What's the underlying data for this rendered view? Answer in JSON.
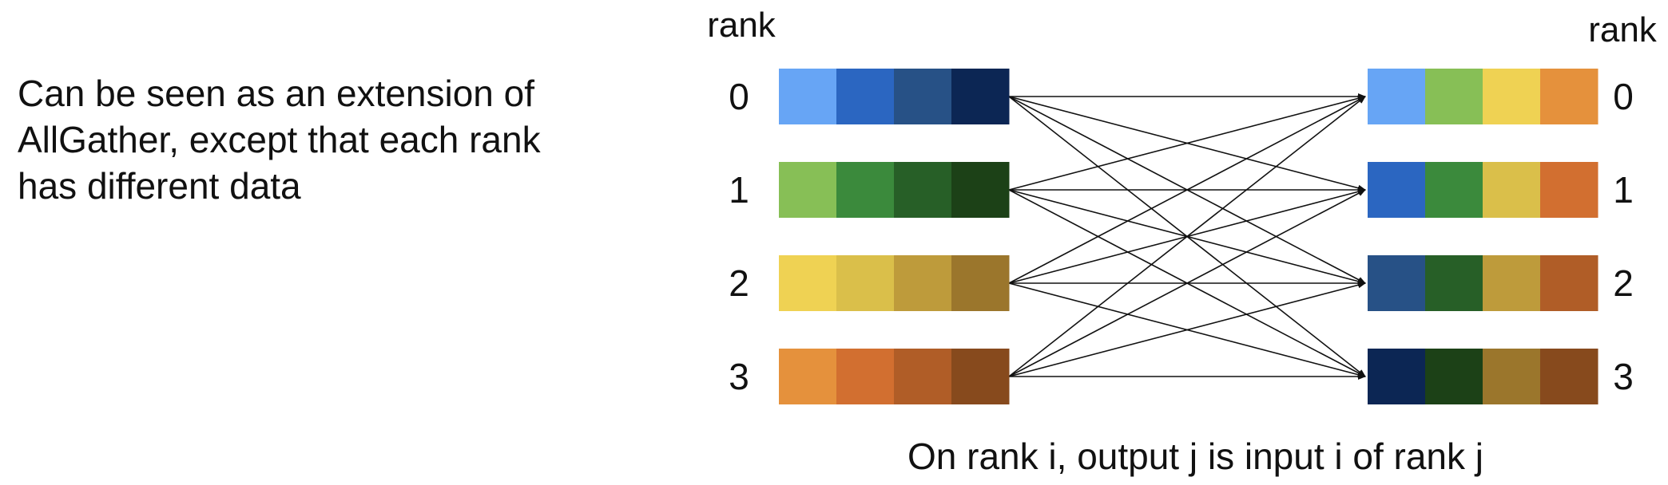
{
  "description": {
    "lines": [
      "Can be seen as an extension of",
      "AllGather, except that each rank",
      "has different data"
    ]
  },
  "rank_header_left": "rank",
  "rank_header_right": "rank",
  "caption": "On rank i, output j is input i of rank j",
  "input_ranks": [
    {
      "label": "0",
      "colors": [
        "#67a5f5",
        "#2b66c1",
        "#275186",
        "#0c2654"
      ]
    },
    {
      "label": "1",
      "colors": [
        "#87bf56",
        "#3b8a3c",
        "#275f27",
        "#1c4117"
      ]
    },
    {
      "label": "2",
      "colors": [
        "#efd253",
        "#dabf4a",
        "#be9b3b",
        "#9b762c"
      ]
    },
    {
      "label": "3",
      "colors": [
        "#e5913c",
        "#d26f30",
        "#b05d27",
        "#874a1d"
      ]
    }
  ],
  "output_ranks": [
    {
      "label": "0",
      "colors": [
        "#67a5f5",
        "#87bf56",
        "#efd253",
        "#e5913c"
      ]
    },
    {
      "label": "1",
      "colors": [
        "#2b66c1",
        "#3b8a3c",
        "#dabf4a",
        "#d26f30"
      ]
    },
    {
      "label": "2",
      "colors": [
        "#275186",
        "#275f27",
        "#be9b3b",
        "#b05d27"
      ]
    },
    {
      "label": "3",
      "colors": [
        "#0c2654",
        "#1c4117",
        "#9b762c",
        "#874a1d"
      ]
    }
  ],
  "connections": "all-to-all"
}
